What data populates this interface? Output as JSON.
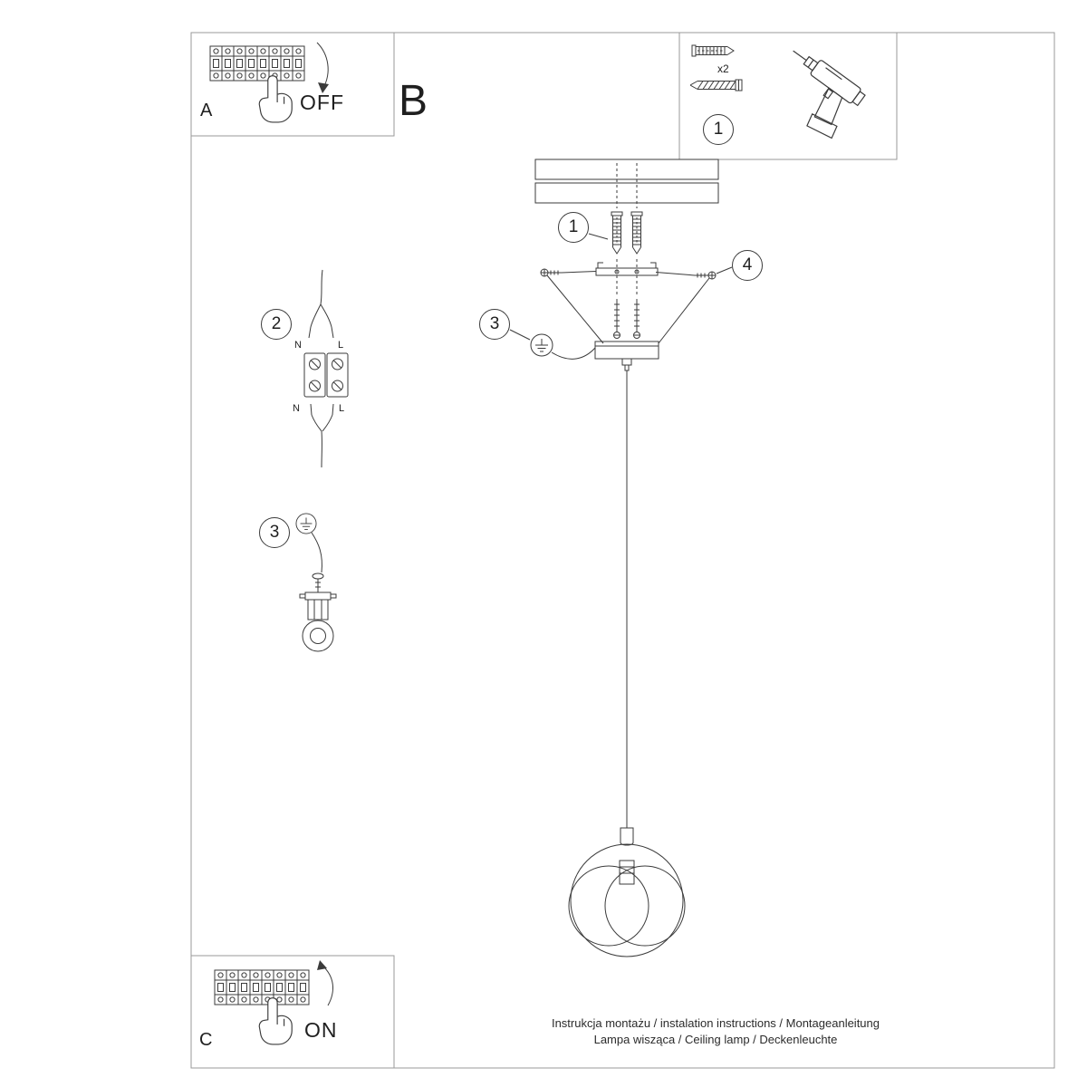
{
  "document": {
    "type": "installation-manual",
    "footer": {
      "line1": "Instrukcja montażu / instalation instructions / Montageanleitung",
      "line2": "Lampa wisząca / Ceiling lamp / Deckenleuchte"
    }
  },
  "panels": {
    "a": {
      "label": "A",
      "switch_state": "OFF"
    },
    "b": {
      "label": "B"
    },
    "c": {
      "label": "C",
      "switch_state": "ON"
    },
    "tools": {
      "step_number": "1",
      "anchor_quantity": "x2"
    }
  },
  "callouts": {
    "anchors": "1",
    "wiring": "2",
    "ground_main": "3",
    "ground_detail": "3",
    "screws": "4"
  },
  "wiring_labels": {
    "neutral_top": "N",
    "line_top": "L",
    "neutral_bottom": "N",
    "line_bottom": "L"
  },
  "colors": {
    "line": "#3b3b3b",
    "frame": "#9a9a9a",
    "text": "#1f1f1f",
    "background": "#ffffff"
  },
  "icons": {
    "breaker_panel": "circuit-breaker-row",
    "hand": "pointing-hand",
    "arrow_off": "curved-arrow-down",
    "arrow_on": "curved-arrow-up",
    "wall_plug": "expansion-anchor",
    "screw": "mounting-screw",
    "drill": "power-drill",
    "earth": "protective-earth-symbol"
  }
}
